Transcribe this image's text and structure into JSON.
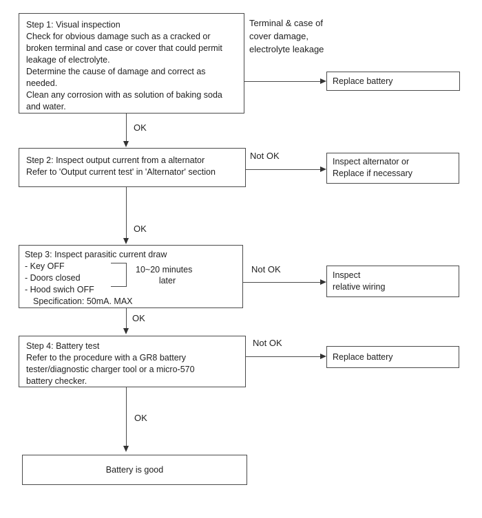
{
  "colors": {
    "background": "#ffffff",
    "line": "#4a4a4a",
    "text": "#1e1e1e"
  },
  "diagram": {
    "step1": {
      "lines": [
        "Step 1: Visual inspection",
        "Check for obvious damage such as a cracked or",
        "broken terminal and case or cover that could permit",
        "leakage of electrolyte.",
        "Determine the cause of damage and correct as",
        "needed.",
        "Clean any corrosion with as solution of baking soda",
        "and water."
      ]
    },
    "side_note": {
      "line1": "Terminal & case of",
      "line2": "cover damage,",
      "line3": "electrolyte leakage"
    },
    "replace_battery_1": "Replace battery",
    "step2": {
      "line1": "Step 2: Inspect output current from a alternator",
      "line2": "Refer to 'Output current test' in 'Alternator' section"
    },
    "inspect_alternator": {
      "line1": "Inspect alternator or",
      "line2": "Replace if necessary"
    },
    "step3": {
      "title": "Step 3: Inspect parasitic current draw",
      "item1": "- Key OFF",
      "item2": "- Doors closed",
      "item3": "- Hood swich OFF",
      "note_line1": "10~20 minutes",
      "note_line2": "later",
      "spec": "Specification: 50mA. MAX"
    },
    "inspect_wiring": {
      "line1": "Inspect",
      "line2": "relative wiring"
    },
    "step4": {
      "lines": [
        "Step 4: Battery test",
        "Refer to the procedure with a GR8 battery",
        "tester/diagnostic charger tool or a micro-570",
        "battery checker."
      ]
    },
    "replace_battery_2": "Replace battery",
    "battery_good": "Battery is good",
    "labels": {
      "ok1": "OK",
      "ok2": "OK",
      "ok3": "OK",
      "ok4": "OK",
      "not_ok1": "Not OK",
      "not_ok2": "Not OK",
      "not_ok3": "Not OK"
    }
  }
}
